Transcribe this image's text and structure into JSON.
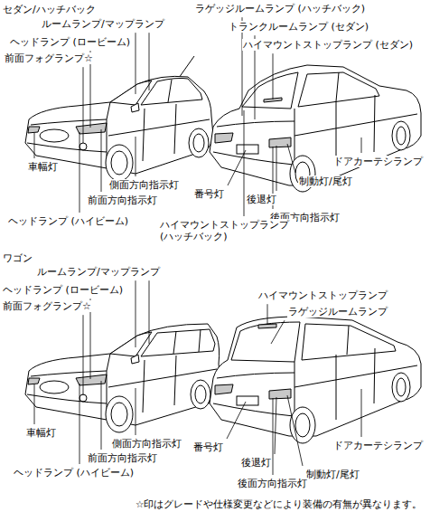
{
  "diagram": {
    "caption": "☆印はグレードや仕様変更などにより装備の有無が異なります。",
    "labels": [
      "セダン/ハッチバック",
      "ルームランプ/マップランプ",
      "ヘッドランプ (ロービーム)",
      "前面フォグランプ☆",
      "ラゲッジルームランプ (ハッチバック)",
      "トランクルームランプ (セダン)",
      "ハイマウントストップランプ (セダン)",
      "車幅灯",
      "側面方向指示灯",
      "前面方向指示灯",
      "ヘッドランプ (ハイビーム)",
      "番号灯",
      "後退灯",
      "制動灯/尾灯",
      "後面方向指示灯",
      "ドアカーテシランプ",
      "ハイマウントストップランプ (ハッチバック)",
      "ワゴン",
      "ルームランプ/マップランプ",
      "ヘッドランプ (ロービーム)",
      "前面フォグランプ☆",
      "ハイマウントストップランプ",
      "ラゲッジルームランプ",
      "車幅灯",
      "側面方向指示灯",
      "前面方向指示灯",
      "ヘッドランプ (ハイビーム)",
      "ドアカーテシランプ",
      "番号灯",
      "後退灯",
      "制動灯/尾灯",
      "後面方向指示灯"
    ]
  }
}
